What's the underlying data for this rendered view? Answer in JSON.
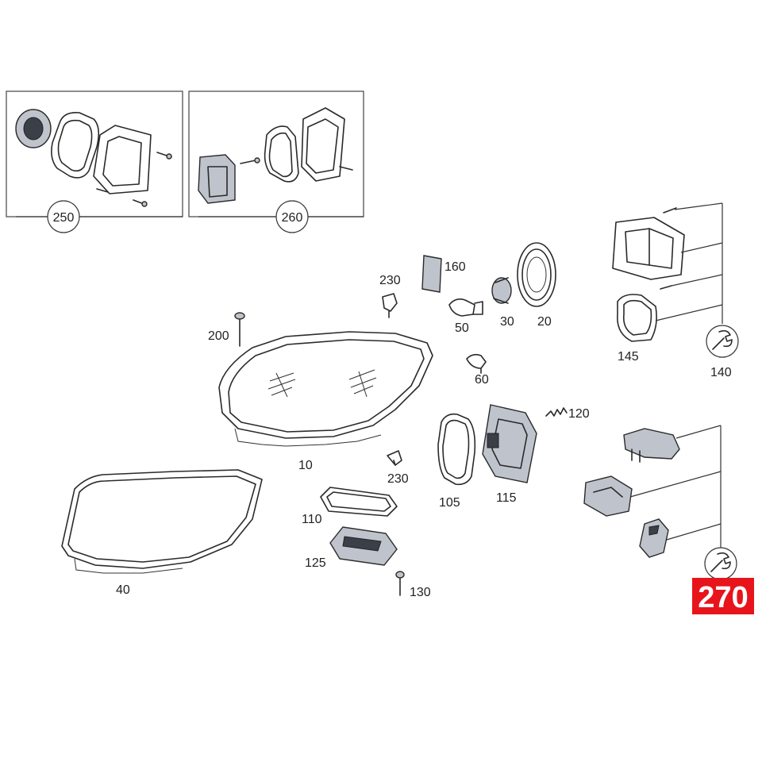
{
  "diagram": {
    "inset_labels": [
      "250",
      "260"
    ],
    "part_labels": {
      "p10": "10",
      "p20": "20",
      "p30": "30",
      "p40": "40",
      "p50": "50",
      "p60": "60",
      "p105": "105",
      "p110": "110",
      "p115": "115",
      "p120": "120",
      "p125": "125",
      "p130": "130",
      "p140": "140",
      "p145": "145",
      "p160": "160",
      "p200": "200",
      "p230a": "230",
      "p230b": "230"
    },
    "highlight": {
      "label": "270",
      "color": "#e8141b"
    },
    "icons": [
      "wrench-icon",
      "wrench-icon"
    ]
  }
}
